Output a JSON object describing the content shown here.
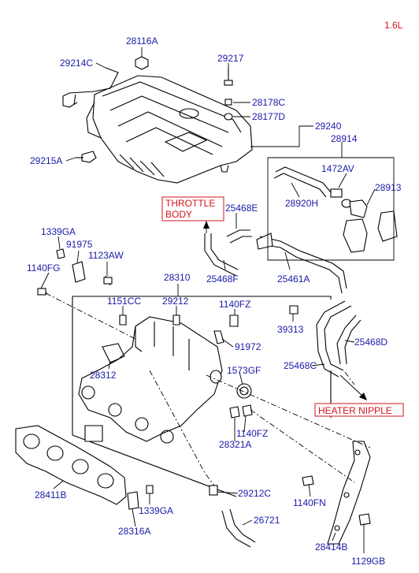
{
  "engine": "1.6L",
  "labels": {
    "p28116A": "28116A",
    "p29214C": "29214C",
    "p29217": "29217",
    "p28178C": "28178C",
    "p28177D": "28177D",
    "p29240": "29240",
    "p28914": "28914",
    "p29215A": "29215A",
    "p1472AV": "1472AV",
    "p28913": "28913",
    "p28920H": "28920H",
    "p25468E": "25468E",
    "p1339GA_top": "1339GA",
    "p91975": "91975",
    "p1123AW": "1123AW",
    "p1140FG": "1140FG",
    "p25468F": "25468F",
    "p25461A": "25461A",
    "p28310": "28310",
    "p1151CC": "1151CC",
    "p29212": "29212",
    "p1140FZ_top": "1140FZ",
    "p39313": "39313",
    "p91972": "91972",
    "p25468D": "25468D",
    "p28312": "28312",
    "p1573GF": "1573GF",
    "p25468C": "25468C",
    "p1140FZ_bot": "1140FZ",
    "p28321A": "28321A",
    "p28411B": "28411B",
    "p29212C": "29212C",
    "p1140FN": "1140FN",
    "p1339GA_bot": "1339GA",
    "p26721": "26721",
    "p28316A": "28316A",
    "p28414B": "28414B",
    "p1129GB": "1129GB"
  },
  "callouts": {
    "throttle_line1": "THROTTLE",
    "throttle_line2": "BODY",
    "heater": "HEATER NIPPLE"
  },
  "colors": {
    "label": "#1a1aa8",
    "callout": "#d4141c",
    "line": "#000000"
  }
}
